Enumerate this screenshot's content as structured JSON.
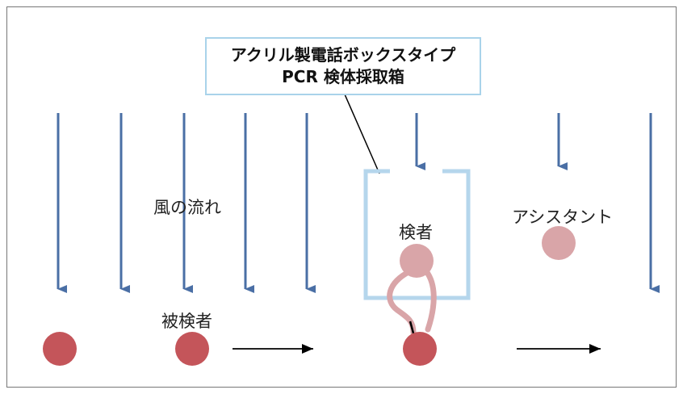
{
  "labels": {
    "box_line1": "アクリル製電話ボックスタイプ",
    "box_line2": "PCR 検体採取箱",
    "wind": "風の流れ",
    "examiner": "検者",
    "assistant": "アシスタント",
    "examinee": "被検者"
  },
  "colors": {
    "wind_arrow": "#4a6fa5",
    "booth": "#b5d6ec",
    "examiner": "#d9a5a8",
    "examinee": "#c4555a",
    "glove": "#d9a5a8",
    "motion_arrow": "#000000"
  },
  "icons": {
    "wind_arrow": "down-arrow",
    "motion_arrow": "right-arrow",
    "person": "circle"
  }
}
